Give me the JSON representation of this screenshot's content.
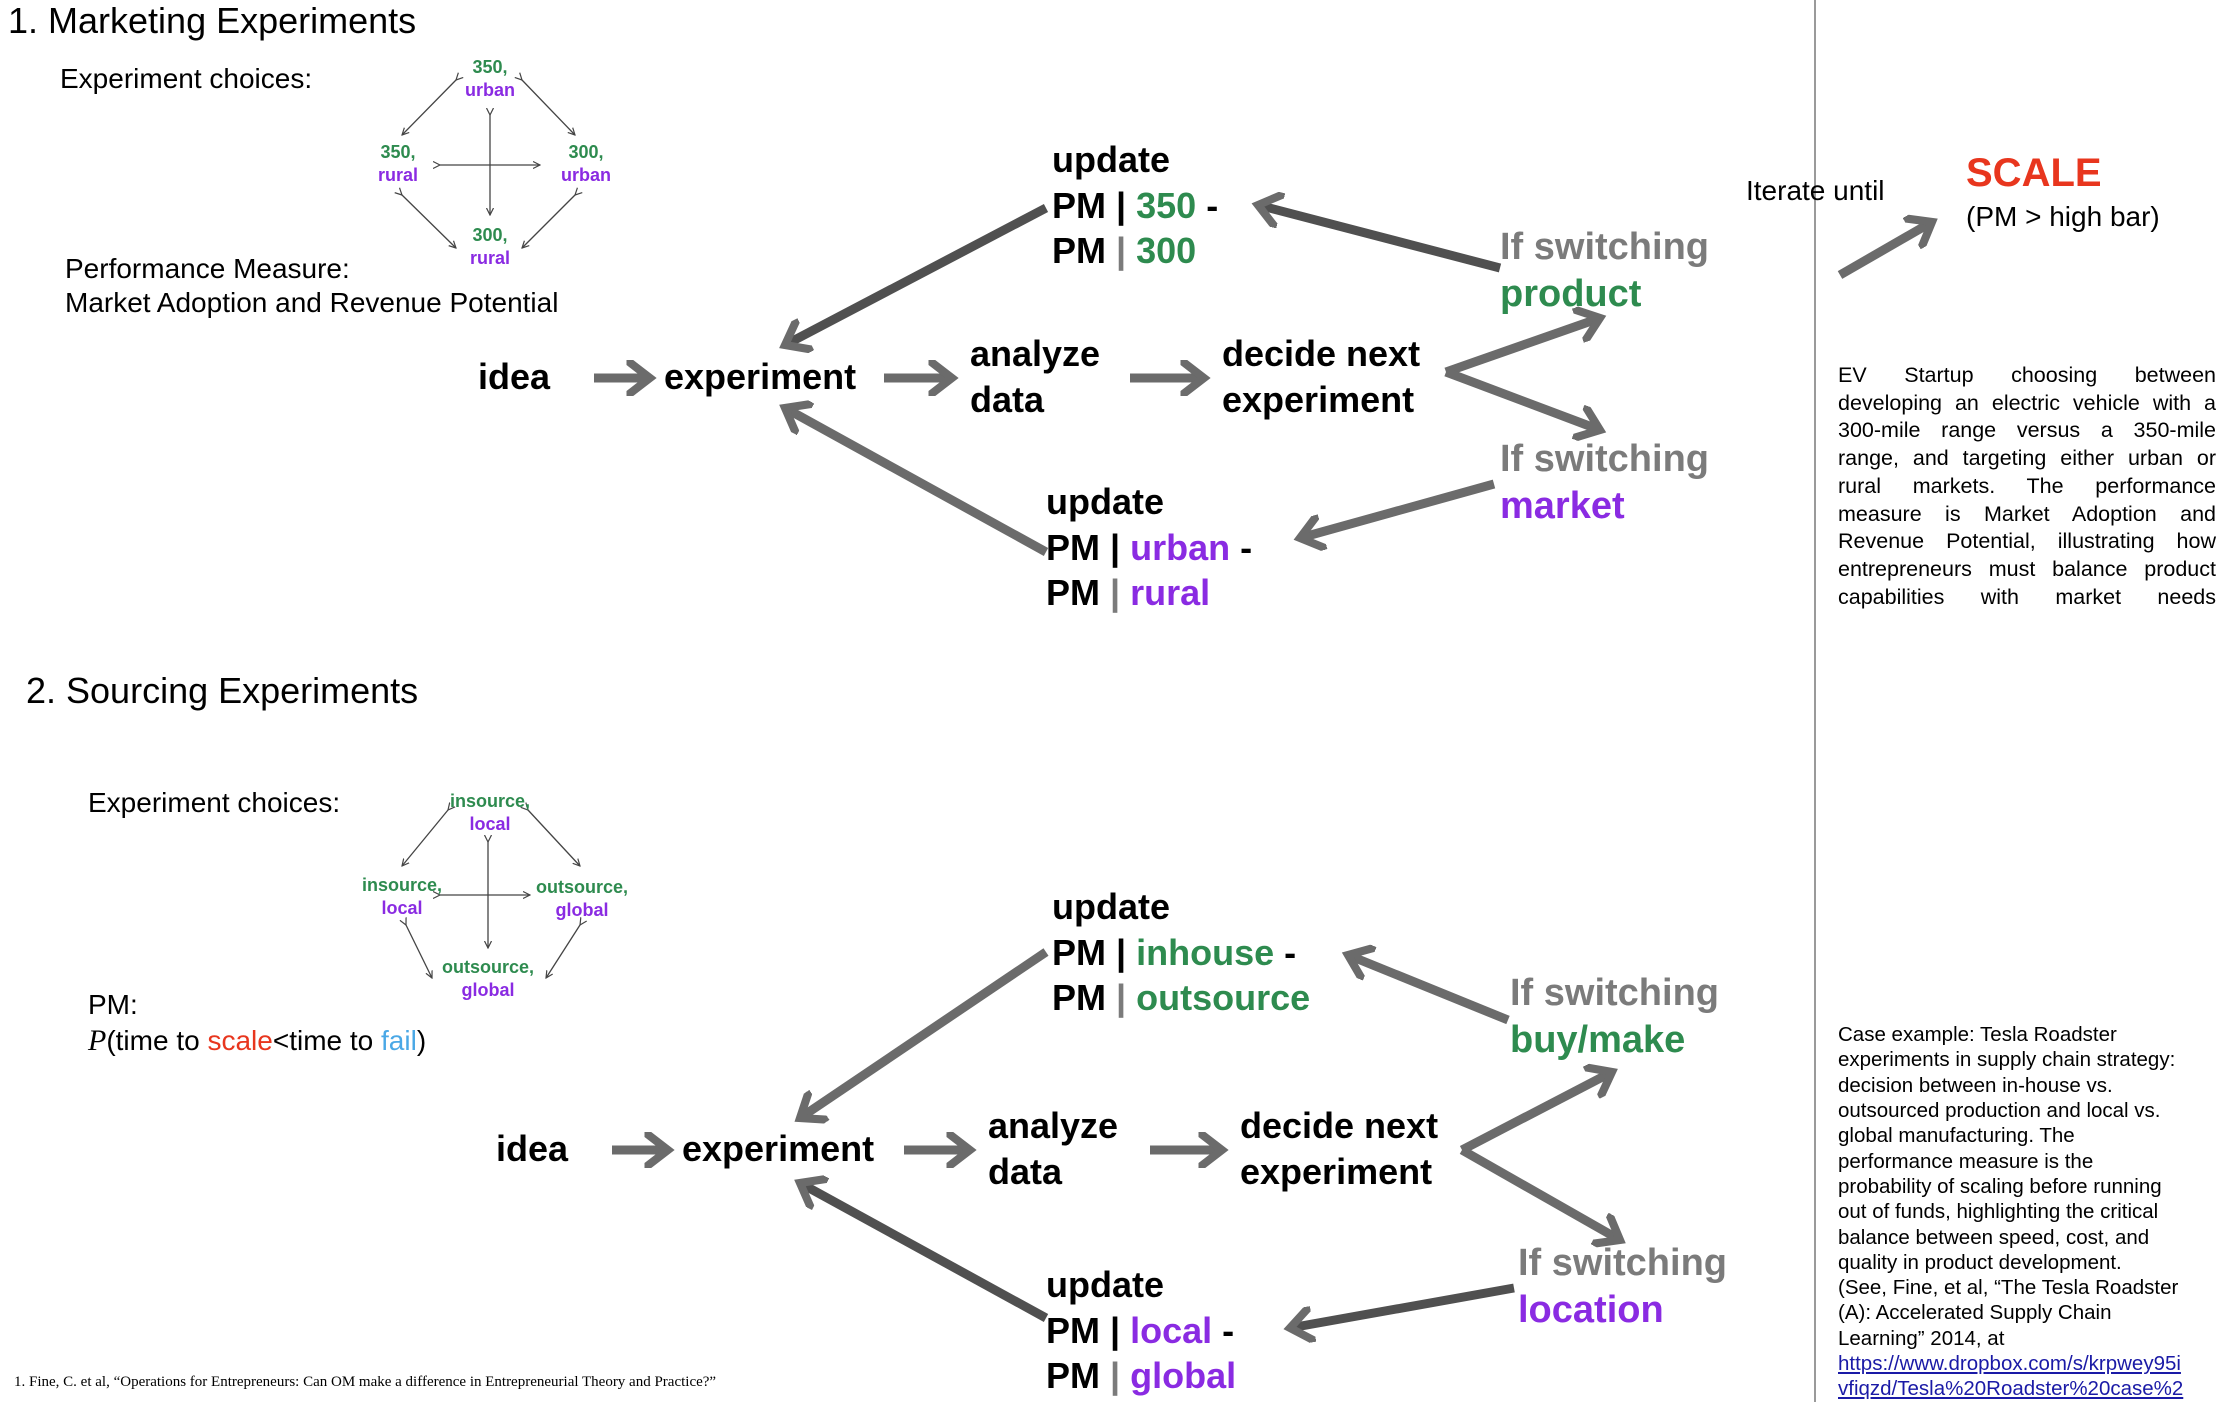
{
  "colors": {
    "green": "#2e8b4f",
    "purple": "#8a2be2",
    "gray": "#7b7b7b",
    "red": "#e8361e",
    "blue": "#4aa8e6",
    "arrow": "#6b6b6b"
  },
  "section1": {
    "title": "1. Marketing Experiments",
    "choices_label": "Experiment choices:",
    "nodes": {
      "top": {
        "a": "350,",
        "b": "urban"
      },
      "left": {
        "a": "350,",
        "b": "rural"
      },
      "right": {
        "a": "300,",
        "b": "urban"
      },
      "bottom": {
        "a": "300,",
        "b": "rural"
      }
    },
    "pm_label": "Performance Measure:",
    "pm_value": "Market Adoption and Revenue Potential",
    "flow": {
      "idea": "idea",
      "experiment": "experiment",
      "analyze1": "analyze",
      "analyze2": "data",
      "decide1": "decide next",
      "decide2": "experiment",
      "upd_top": {
        "l1": "update",
        "pm": "PM",
        "bar": "|",
        "v1": "350",
        "dash": "-",
        "v2": "300"
      },
      "upd_bot": {
        "l1": "update",
        "pm": "PM",
        "bar": "|",
        "v1": "urban",
        "dash": "-",
        "v2": "rural"
      },
      "sw_top": {
        "l1": "If switching",
        "l2": "product"
      },
      "sw_bot": {
        "l1": "If switching",
        "l2": "market"
      }
    }
  },
  "iterate": {
    "label": "Iterate until",
    "scale": "SCALE",
    "cond": "(PM > high bar)"
  },
  "desc1": "EV Startup choosing between developing an electric vehicle with a 300-mile range versus a 350-mile range, and targeting either urban or rural markets. The performance measure is Market Adoption and Revenue Potential, illustrating how entrepreneurs must balance product capabilities with market needs",
  "section2": {
    "title": "2. Sourcing Experiments",
    "choices_label": "Experiment choices:",
    "nodes": {
      "top": {
        "a": "insource,",
        "b": "local"
      },
      "left": {
        "a": "insource,",
        "b": "local"
      },
      "right": {
        "a": "outsource,",
        "b": "global"
      },
      "bottom": {
        "a": "outsource,",
        "b": "global"
      }
    },
    "pm_label": "PM:",
    "pm_formula": {
      "p": "P",
      "open": "(time to ",
      "scale": "scale",
      "mid": "<time to ",
      "fail": "fail",
      "close": ")"
    },
    "flow": {
      "idea": "idea",
      "experiment": "experiment",
      "analyze1": "analyze",
      "analyze2": "data",
      "decide1": "decide next",
      "decide2": "experiment",
      "upd_top": {
        "l1": "update",
        "pm": "PM",
        "bar": "|",
        "v1": "inhouse",
        "dash": "-",
        "v2": "outsource"
      },
      "upd_bot": {
        "l1": "update",
        "pm": "PM",
        "bar": "|",
        "v1": "local",
        "dash": "-",
        "v2": "global"
      },
      "sw_top": {
        "l1": "If switching",
        "l2": "buy/make"
      },
      "sw_bot": {
        "l1": "If switching",
        "l2": "location"
      }
    }
  },
  "case2": {
    "lines": [
      "Case example:  Tesla Roadster",
      "experiments in supply chain strategy:",
      "decision between in-house vs.",
      "outsourced production and local vs.",
      "global manufacturing. The",
      "performance measure is the",
      "probability of scaling before running",
      "out of funds, highlighting the critical",
      "balance between speed, cost, and",
      "quality in product development.",
      "(See, Fine, et al, “The Tesla Roadster",
      "(A): Accelerated Supply Chain",
      "Learning” 2014, at"
    ],
    "link1": "https://www.dropbox.com/s/krpwey95i",
    "link2": "vfiqzd/Tesla%20Roadster%20case%2"
  },
  "footnote": "1.  Fine, C. et al, “Operations for Entrepreneurs: Can OM make a difference in Entrepreneurial Theory and Practice?”"
}
